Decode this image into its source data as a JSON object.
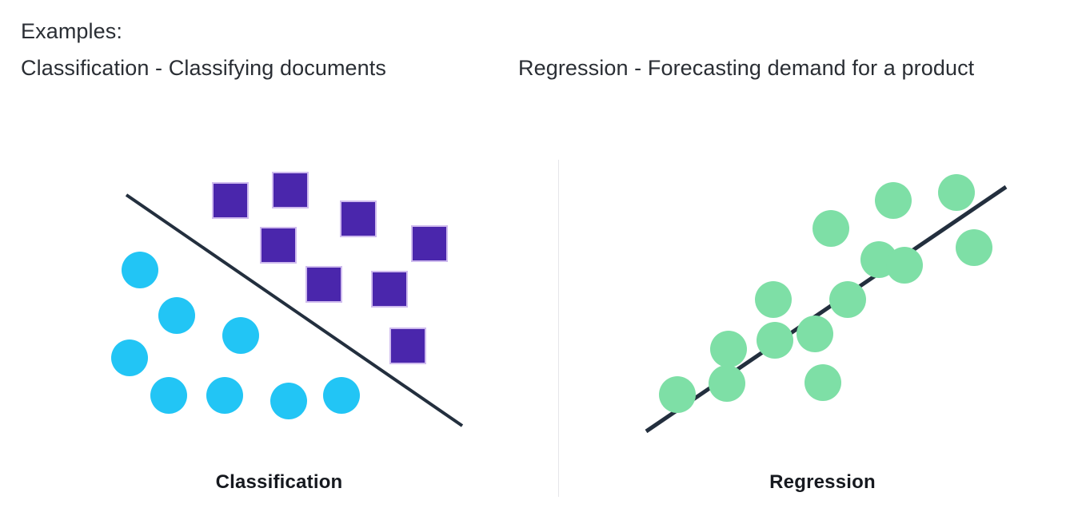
{
  "header": {
    "examples_label": "Examples:",
    "classification_example": "Classification - Classifying documents",
    "regression_example": "Regression - Forecasting demand for a product"
  },
  "panels": {
    "classification": {
      "caption": "Classification"
    },
    "regression": {
      "caption": "Regression"
    }
  },
  "colors": {
    "background": "#ffffff",
    "text": "#2a2e34",
    "caption_text": "#16191f",
    "square_fill": "#4A26AC",
    "square_stroke": "#cfbbee",
    "circle_blue_fill": "#22C5F5",
    "circle_green_fill": "#7EDFA6",
    "line_dark": "#232F3E",
    "divider": "#e6e6ea"
  },
  "chart_data": [
    {
      "type": "scatter",
      "name": "classification",
      "title": "Classification",
      "xlabel": "",
      "ylabel": "",
      "xlim": [
        0,
        698
      ],
      "ylim": [
        0,
        430
      ],
      "grid": false,
      "legend": "none",
      "annotations": [
        "decision boundary line separating two classes"
      ],
      "decision_boundary": {
        "x1": 158,
        "y1": 94,
        "x2": 578,
        "y2": 383,
        "color": "#232F3E",
        "width": 4
      },
      "series": [
        {
          "name": "class-square",
          "marker": "square",
          "color": "#4A26AC",
          "size": 44,
          "points": [
            {
              "x": 288,
              "y": 101
            },
            {
              "x": 363,
              "y": 88
            },
            {
              "x": 448,
              "y": 124
            },
            {
              "x": 348,
              "y": 157
            },
            {
              "x": 537,
              "y": 155
            },
            {
              "x": 405,
              "y": 206
            },
            {
              "x": 487,
              "y": 212
            },
            {
              "x": 510,
              "y": 283
            }
          ]
        },
        {
          "name": "class-circle",
          "marker": "circle",
          "color": "#22C5F5",
          "size": 46,
          "points": [
            {
              "x": 175,
              "y": 188
            },
            {
              "x": 221,
              "y": 245
            },
            {
              "x": 301,
              "y": 270
            },
            {
              "x": 162,
              "y": 298
            },
            {
              "x": 211,
              "y": 345
            },
            {
              "x": 281,
              "y": 345
            },
            {
              "x": 361,
              "y": 352
            },
            {
              "x": 427,
              "y": 345
            }
          ]
        }
      ]
    },
    {
      "type": "scatter",
      "name": "regression",
      "title": "Regression",
      "xlabel": "",
      "ylabel": "",
      "xlim": [
        0,
        659
      ],
      "ylim": [
        0,
        430
      ],
      "grid": false,
      "legend": "none",
      "annotations": [
        "best-fit regression trend line through the data"
      ],
      "trend_line": {
        "x1": 109,
        "y1": 390,
        "x2": 559,
        "y2": 84,
        "color": "#232F3E",
        "width": 5
      },
      "series": [
        {
          "name": "observations",
          "marker": "circle",
          "color": "#7EDFA6",
          "size": 46,
          "points": [
            {
              "x": 148,
              "y": 344
            },
            {
              "x": 210,
              "y": 330
            },
            {
              "x": 212,
              "y": 287
            },
            {
              "x": 270,
              "y": 276
            },
            {
              "x": 268,
              "y": 225
            },
            {
              "x": 320,
              "y": 268
            },
            {
              "x": 330,
              "y": 329
            },
            {
              "x": 361,
              "y": 225
            },
            {
              "x": 340,
              "y": 136
            },
            {
              "x": 400,
              "y": 175
            },
            {
              "x": 418,
              "y": 101
            },
            {
              "x": 432,
              "y": 182
            },
            {
              "x": 497,
              "y": 91
            },
            {
              "x": 519,
              "y": 160
            }
          ]
        }
      ]
    }
  ]
}
